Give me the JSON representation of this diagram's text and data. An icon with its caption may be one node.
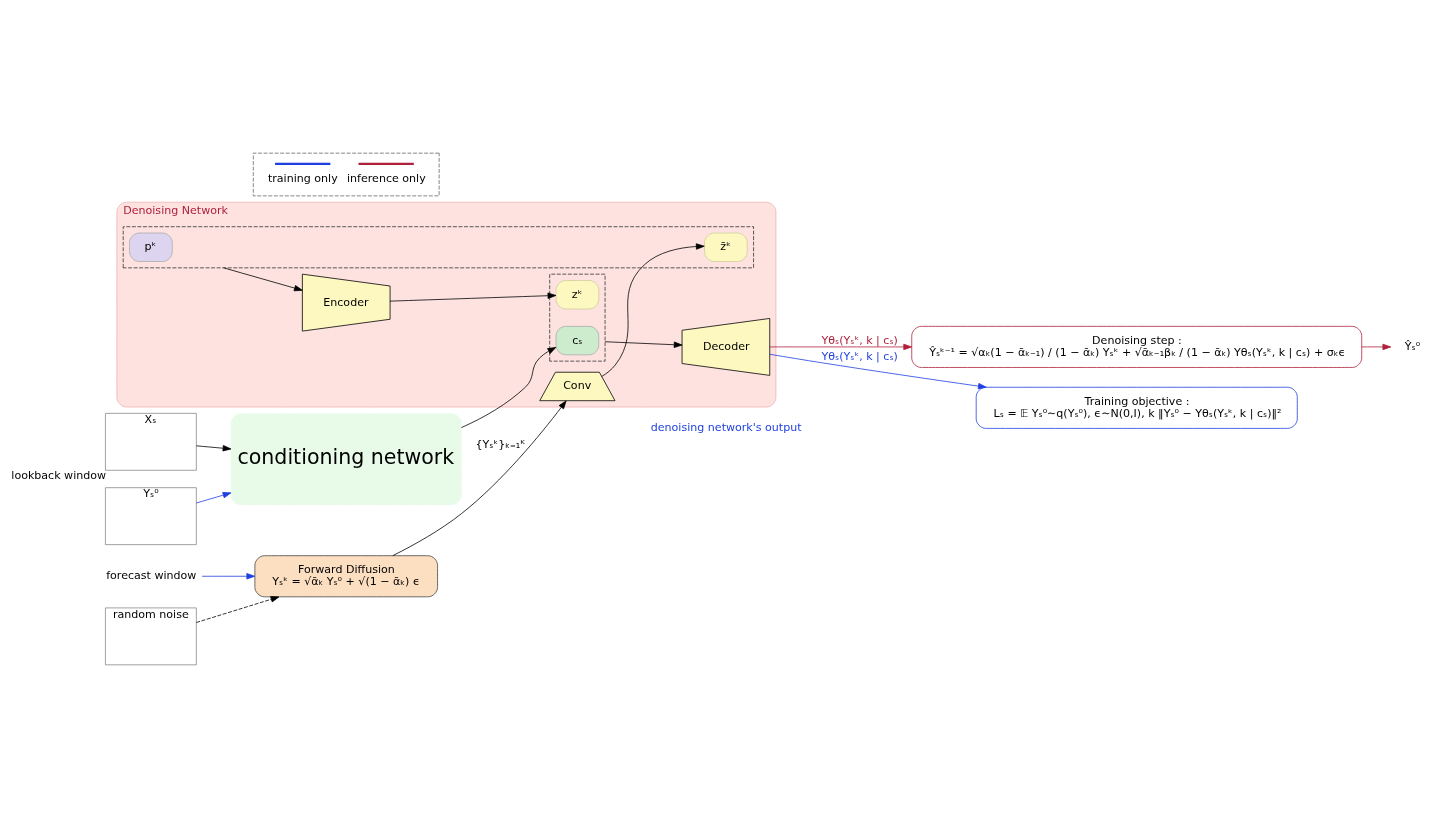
{
  "diagram": {
    "nodes": [
      {
        "text": [
          "Xₛ"
        ],
        "beside": [
          "lookback window"
        ]
      },
      {
        "text": [
          "forecast window"
        ]
      },
      {
        "text": [
          "Yₛ⁰"
        ]
      },
      {
        "text": [
          "conditioning network"
        ]
      },
      {
        "text": [
          "random noise"
        ]
      },
      {
        "text": [
          "Denoising Network"
        ]
      },
      {
        "text": [],
        "shape": "box",
        "in": 5
      },
      {
        "text": [
          "pᵏ"
        ],
        "in": 6
      },
      {
        "text": [
          "z̄ᵏ"
        ],
        "in": 6
      },
      {
        "text": [
          "Encoder"
        ],
        "in": 5
      },
      {
        "text": [],
        "shape": "box",
        "in": 5
      },
      {
        "text": [
          "cₛ"
        ],
        "in": 10
      },
      {
        "text": [
          "zᵏ"
        ],
        "in": 10
      },
      {
        "text": [
          "Decoder"
        ],
        "in": 5
      },
      {
        "text": [
          "Conv"
        ],
        "in": 5
      },
      {
        "text": [
          "Forward Diffusion",
          "Yₛᵏ = √ᾱₖ Yₛ⁰ + √(1 − ᾱₖ) ϵ"
        ]
      },
      {
        "text": [
          "Training objective :",
          "Lₛ = 𝔼 Yₛ⁰∼q(Yₛ⁰), ϵ∼N(0,I), k ‖Yₛ⁰ − Yθₛ(Yₛᵏ, k | cₛ)‖²"
        ]
      },
      {
        "text": [
          "Denoising step :",
          "Ŷₛᵏ⁻¹ = √αₖ(1 − ᾱₖ₋₁) / (1 − ᾱₖ) Yₛᵏ + √ᾱₖ₋₁βₖ / (1 − ᾱₖ) Yθₛ(Yₛᵏ, k | cₛ) + σₖϵ"
        ]
      },
      {
        "text": [
          "Ŷₛ⁰"
        ]
      }
    ],
    "edges": [
      {
        "from": 0,
        "to": 3,
        "arrow": "to"
      },
      {
        "from": 2,
        "to": 3,
        "arrow": "to",
        "color": "#1f3fe0"
      },
      {
        "from": 3,
        "to": 11,
        "arrow": "to"
      },
      {
        "from": 6,
        "to": 9,
        "arrow": "to"
      },
      {
        "from": 9,
        "to": 12,
        "arrow": "to"
      },
      {
        "from": 10,
        "to": 13,
        "arrow": "to"
      },
      {
        "from": 14,
        "to": 8,
        "arrow": "to"
      },
      {
        "from": 15,
        "to": 14,
        "arrow": "to",
        "label": "{Yₛᵏ}ₖ₌₁ᴷ"
      },
      {
        "from": 13,
        "to": 16,
        "arrow": "to",
        "color": "#1f3fe0",
        "label": "Yθₛ(Yₛᵏ, k | cₛ)"
      },
      {
        "from": 13,
        "to": 17,
        "arrow": "to",
        "color": "#b0203a",
        "label": "Yθₛ(Yₛᵏ, k | cₛ)"
      },
      {
        "from": 1,
        "to": 15,
        "arrow": "to",
        "color": "#1f3fe0"
      },
      {
        "from": 4,
        "to": 15,
        "arrow": "to",
        "style": "dashed"
      },
      {
        "from": 17,
        "to": 18,
        "arrow": "to",
        "color": "#b0203a"
      }
    ],
    "labels": [
      "denoising network's output"
    ],
    "legend": [
      {
        "text": "training only",
        "color": "#1f3fe0"
      },
      {
        "text": "inference only",
        "color": "#b0203a"
      }
    ]
  }
}
